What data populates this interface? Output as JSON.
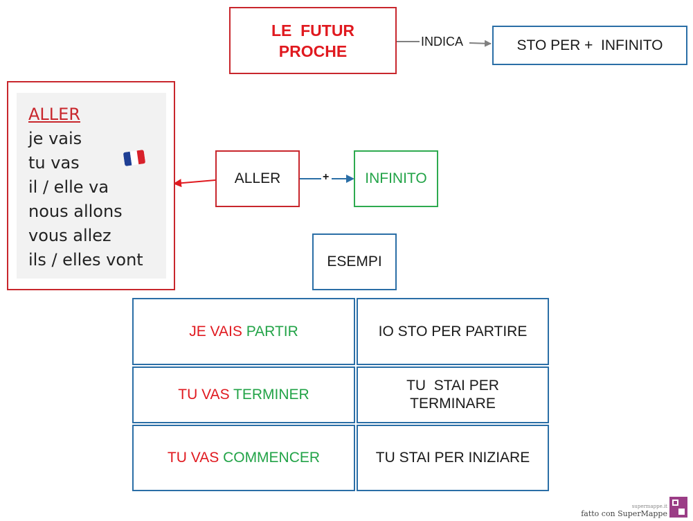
{
  "title": {
    "line1": "LE  FUTUR",
    "line2": "PROCHE"
  },
  "connector_indica": "INDICA",
  "definition": "STO PER +  INFINITO",
  "conjugation": {
    "heading": "ALLER",
    "lines": [
      "je vais",
      "tu vas",
      "il / elle va",
      "nous allons",
      "vous allez",
      "ils / elles vont"
    ]
  },
  "formula": {
    "left": "ALLER",
    "plus": "+",
    "right": "INFINITO"
  },
  "examples_label": "ESEMPI",
  "examples": [
    {
      "fr_subject": "JE VAIS",
      "fr_verb": "PARTIR",
      "it": "IO STO PER PARTIRE"
    },
    {
      "fr_subject": "TU VAS",
      "fr_verb": "TERMINER",
      "it": "TU  STAI PER TERMINARE"
    },
    {
      "fr_subject": "TU VAS",
      "fr_verb": "COMMENCER",
      "it": "TU STAI PER INIZIARE"
    }
  ],
  "footer": {
    "small": "supermappe.it",
    "main": "fatto con SuperMappe"
  },
  "colors": {
    "red": "#e0191f",
    "green": "#22a347",
    "blue": "#2a6ea6",
    "flag_blue": "#1f3f94",
    "flag_white": "#ffffff",
    "flag_red": "#d8212b"
  },
  "icons": {
    "flag": "france-flag-icon",
    "logo": "supermappe-logo-icon"
  }
}
